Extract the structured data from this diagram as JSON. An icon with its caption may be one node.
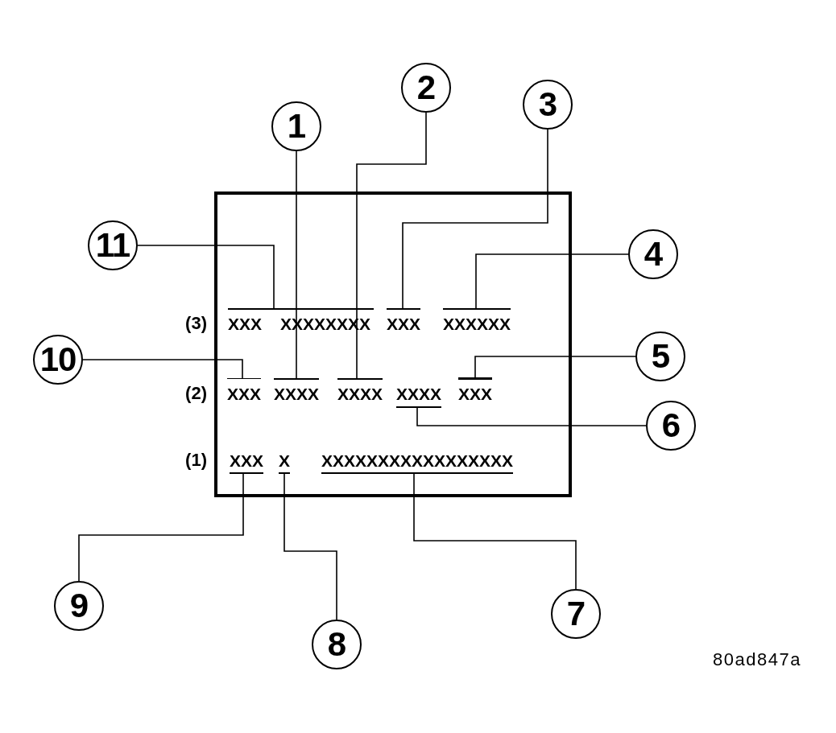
{
  "diagram": {
    "nodes": [
      {
        "text": [
          "1"
        ]
      },
      {
        "text": [
          "2"
        ]
      },
      {
        "text": [
          "3"
        ]
      },
      {
        "text": [
          "4"
        ]
      },
      {
        "text": [
          "5"
        ]
      },
      {
        "text": [
          "6"
        ]
      },
      {
        "text": [
          "7"
        ]
      },
      {
        "text": [
          "8"
        ]
      },
      {
        "text": [
          "9"
        ]
      },
      {
        "text": [
          "10"
        ]
      },
      {
        "text": [
          "11"
        ]
      },
      {
        "text": [],
        "shape": "box"
      },
      {
        "text": [
          "XXX",
          "XXXXXXXX"
        ],
        "in": 11
      },
      {
        "text": [
          "XXX"
        ],
        "in": 11
      },
      {
        "text": [
          "XXXXXX"
        ],
        "in": 11
      },
      {
        "text": [
          "XXX"
        ],
        "in": 11
      },
      {
        "text": [
          "XXXX"
        ],
        "in": 11
      },
      {
        "text": [
          "XXXX"
        ],
        "in": 11
      },
      {
        "text": [
          "XXXX"
        ],
        "in": 11
      },
      {
        "text": [
          "XXX"
        ],
        "in": 11
      },
      {
        "text": [
          "XXX"
        ],
        "in": 11
      },
      {
        "text": [
          "X"
        ],
        "in": 11
      },
      {
        "text": [
          "XXXXXXXXXXXXXXXXX"
        ],
        "in": 11
      }
    ],
    "edges": [
      {
        "from": 0,
        "to": 16,
        "arrow": "none"
      },
      {
        "from": 1,
        "to": 17,
        "arrow": "none"
      },
      {
        "from": 2,
        "to": 13,
        "arrow": "none"
      },
      {
        "from": 3,
        "to": 14,
        "arrow": "none"
      },
      {
        "from": 4,
        "to": 19,
        "arrow": "none"
      },
      {
        "from": 5,
        "to": 18,
        "arrow": "none"
      },
      {
        "from": 6,
        "to": 22,
        "arrow": "none"
      },
      {
        "from": 7,
        "to": 21,
        "arrow": "none"
      },
      {
        "from": 8,
        "to": 20,
        "arrow": "none"
      },
      {
        "from": 9,
        "to": 15,
        "arrow": "none"
      },
      {
        "from": 10,
        "to": 12,
        "arrow": "none"
      }
    ],
    "labels": [
      "(3)",
      "(2)",
      "(1)",
      "80ad847a"
    ]
  }
}
